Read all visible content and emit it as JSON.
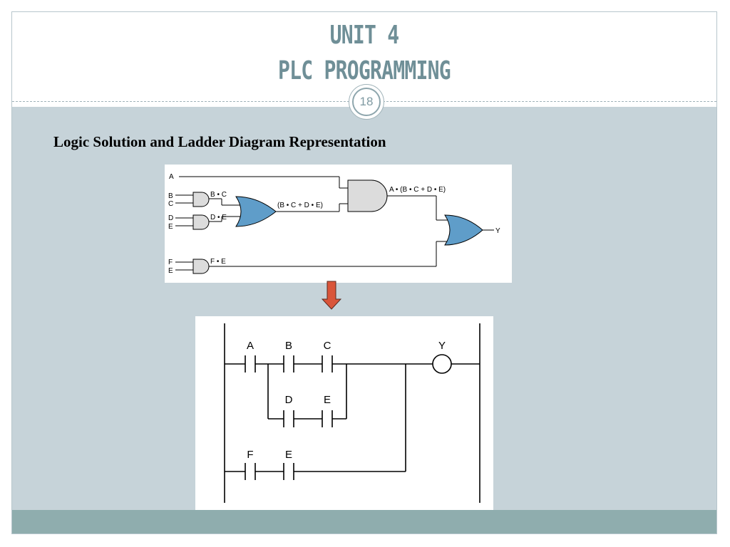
{
  "slide": {
    "title_line1": "UNIT 4",
    "title_line2": "PLC PROGRAMMING",
    "page_number": "18",
    "heading": "Logic Solution and Ladder Diagram Representation"
  },
  "colors": {
    "title": "#6f8f97",
    "content_background": "#c6d3d9",
    "footer_band": "#8fadae",
    "or_gate_fill": "#5f9dc9",
    "and_gate_fill": "#dcdcdc",
    "arrow_fill": "#d9553a"
  },
  "logic_diagram": {
    "inputs": {
      "a": "A",
      "b": "B",
      "c": "C",
      "d": "D",
      "e1": "E",
      "f": "F",
      "e2": "E"
    },
    "labels": {
      "bc": "B • C",
      "de": "D • E",
      "or1": "(B • C + D • E)",
      "and_top": "A • (B • C + D • E)",
      "fe": "F • E",
      "output": "Y"
    }
  },
  "ladder_diagram": {
    "contacts": {
      "a": "A",
      "b": "B",
      "c": "C",
      "d": "D",
      "e": "E",
      "f": "F",
      "e2": "E"
    },
    "coil": "Y"
  },
  "transition_arrow_icon": "down-arrow-icon"
}
